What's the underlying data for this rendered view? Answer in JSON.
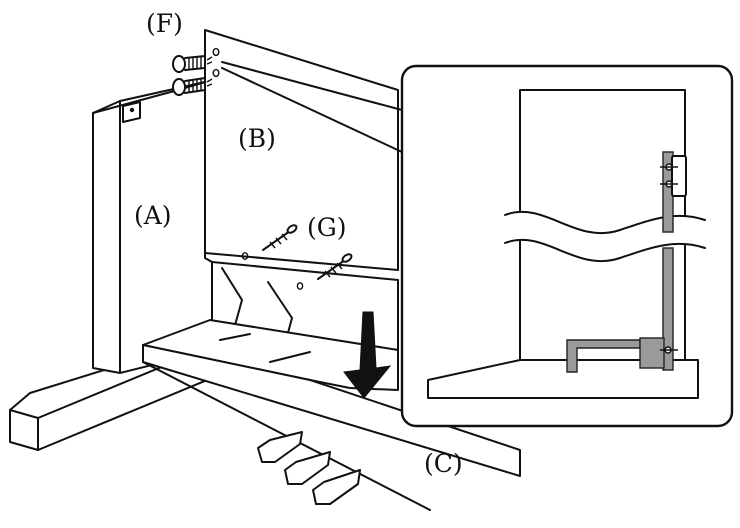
{
  "labels": {
    "F": "(F)",
    "B": "(B)",
    "A": "(A)",
    "G": "(G)",
    "C": "(C)"
  },
  "colors": {
    "line": "#111111",
    "part_fill": "#ffffff",
    "bracket_gray": "#9a9a9a",
    "arrow": "#111111"
  },
  "icons": {
    "screw": "screw-icon",
    "arrow": "down-arrow-icon"
  }
}
